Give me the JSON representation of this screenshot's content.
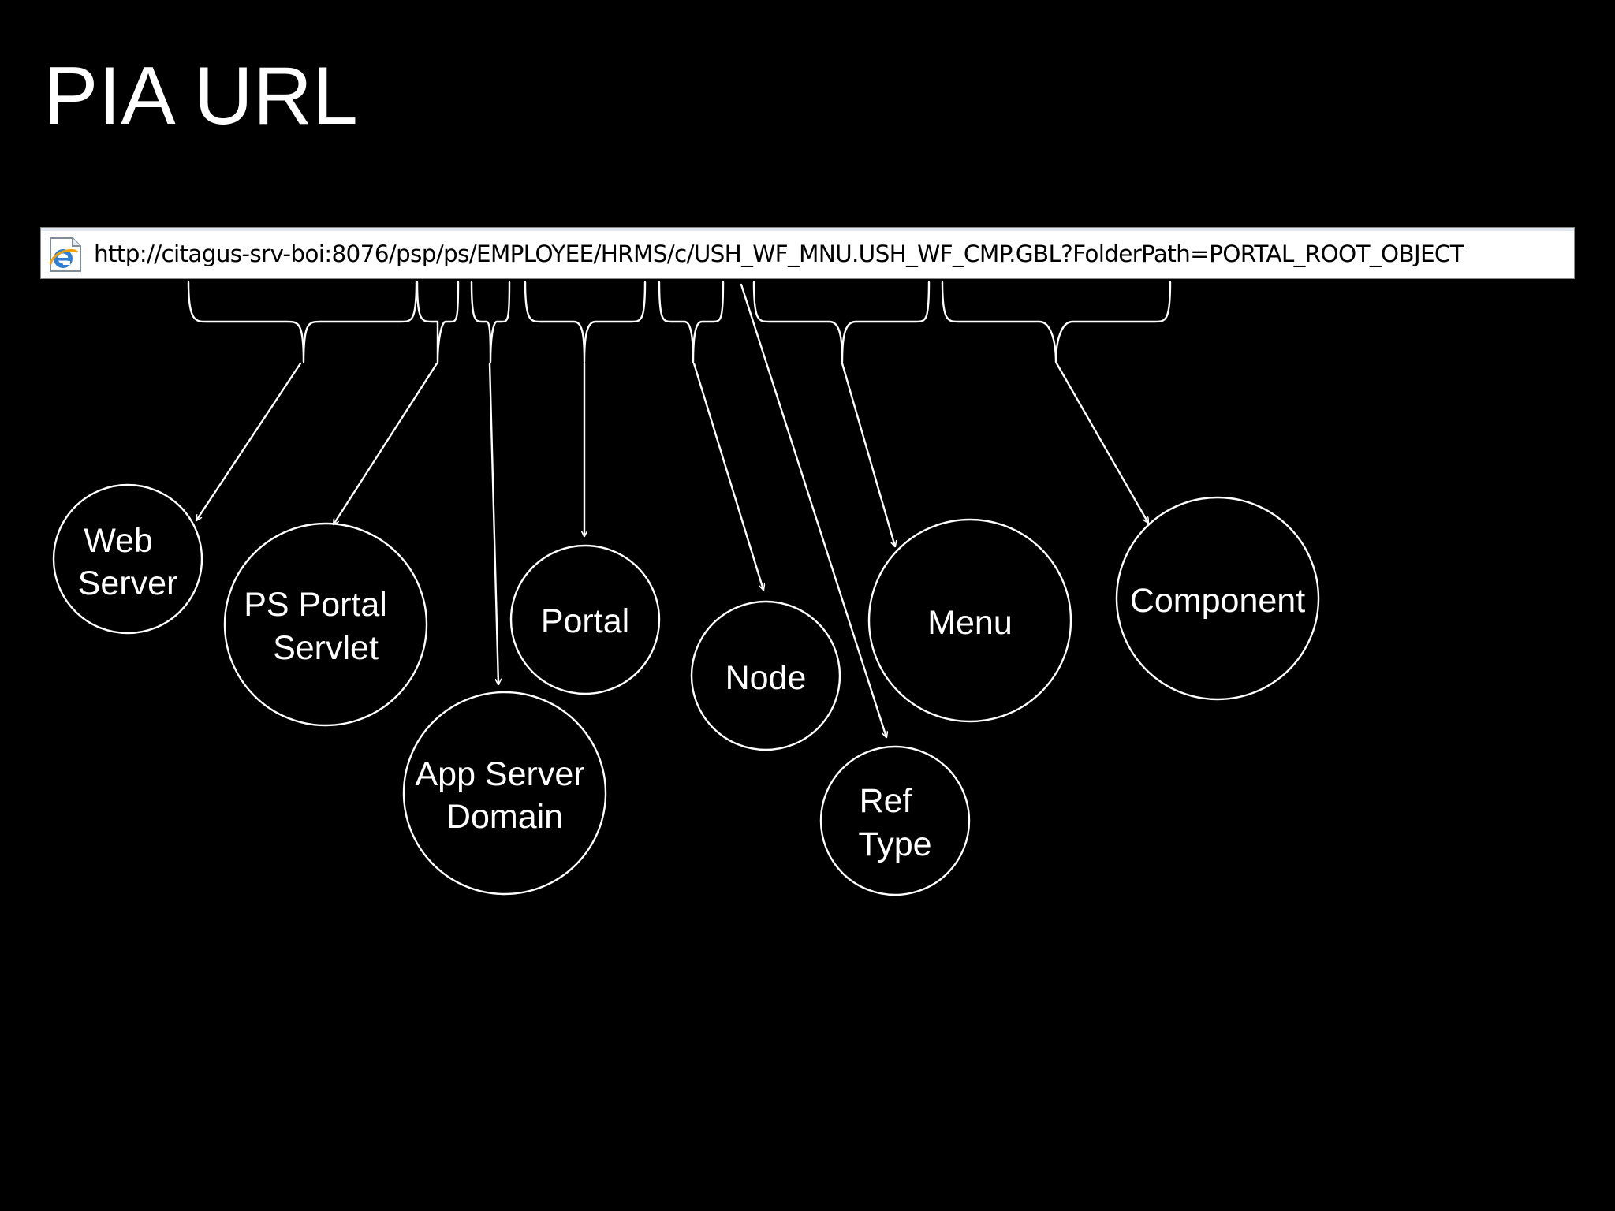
{
  "slide": {
    "title": "PIA URL"
  },
  "address_bar": {
    "url": "http://citagus-srv-boi:8076/psp/ps/EMPLOYEE/HRMS/c/USH_WF_MNU.USH_WF_CMP.GBL?FolderPath=PORTAL_ROOT_OBJECT",
    "icon": "internet-explorer-page-icon"
  },
  "nodes": [
    {
      "id": "web-server",
      "label_lines": [
        "Web",
        "Server"
      ]
    },
    {
      "id": "ps-portal-servlet",
      "label_lines": [
        "PS Portal",
        "Servlet"
      ]
    },
    {
      "id": "app-server-domain",
      "label_lines": [
        "App Server",
        "Domain"
      ]
    },
    {
      "id": "portal",
      "label_lines": [
        "Portal"
      ]
    },
    {
      "id": "node",
      "label_lines": [
        "Node"
      ]
    },
    {
      "id": "ref-type",
      "label_lines": [
        "Ref",
        "Type"
      ]
    },
    {
      "id": "menu",
      "label_lines": [
        "Menu"
      ]
    },
    {
      "id": "component",
      "label_lines": [
        "Component"
      ]
    }
  ],
  "colors": {
    "background": "#000000",
    "stroke": "#ffffff",
    "text": "#ffffff"
  }
}
